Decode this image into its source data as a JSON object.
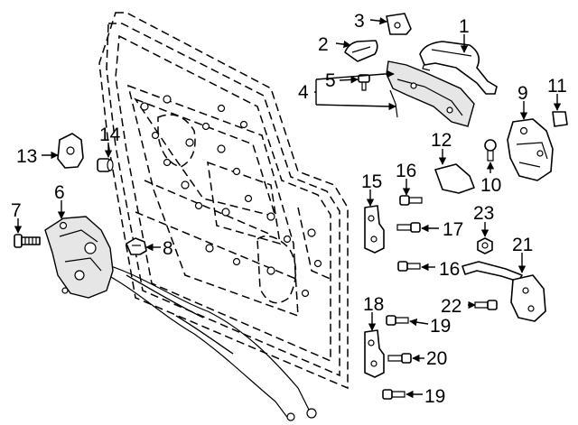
{
  "callouts": {
    "n1": "1",
    "n2": "2",
    "n3": "3",
    "n4": "4",
    "n5": "5",
    "n6": "6",
    "n7": "7",
    "n8": "8",
    "n9": "9",
    "n10": "10",
    "n11": "11",
    "n12": "12",
    "n13": "13",
    "n14": "14",
    "n15": "15",
    "n16a": "16",
    "n16b": "16",
    "n17": "17",
    "n18": "18",
    "n19a": "19",
    "n19b": "19",
    "n20": "20",
    "n21": "21",
    "n22": "22",
    "n23": "23"
  }
}
